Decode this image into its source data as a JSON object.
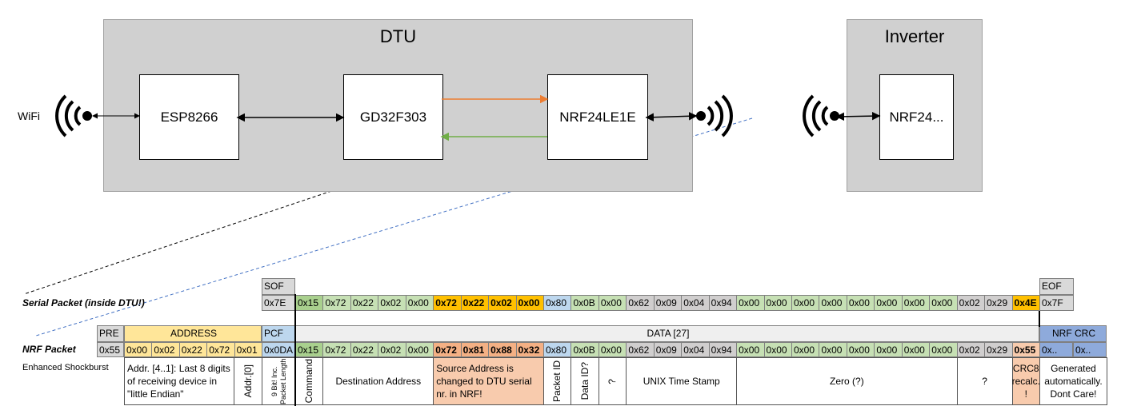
{
  "top": {
    "dtu": "DTU",
    "inverter": "Inverter",
    "wifi": "WiFi",
    "esp": "ESP8266",
    "gd": "GD32F303",
    "nrf": "NRF24LE1E",
    "inv_nrf": "NRF24..."
  },
  "colors": {
    "cmd": "#a9d08e",
    "green": "#c6e0b4",
    "yellow": "#ffc000",
    "addr": "#ffe699",
    "blue": "#bdd7ee",
    "gray": "#d0cece",
    "salmon": "#f4b084",
    "lsalmon": "#f8cbad",
    "hdr": "#d9d9d9",
    "crc": "#8eaadb",
    "light": "#efefef"
  },
  "serial": {
    "label": "Serial Packet (inside DTU!)",
    "sof": "SOF",
    "sof_val": "0x7E",
    "eof": "EOF",
    "eof_val": "0x7F",
    "cells": [
      "0x15",
      "0x72",
      "0x22",
      "0x02",
      "0x00",
      "0x72",
      "0x22",
      "0x02",
      "0x00",
      "0x80",
      "0x0B",
      "0x00",
      "0x62",
      "0x09",
      "0x04",
      "0x94",
      "0x00",
      "0x00",
      "0x00",
      "0x00",
      "0x00",
      "0x00",
      "0x00",
      "0x00",
      "0x02",
      "0x29",
      "0x4E"
    ],
    "styles": [
      "cmd",
      "green",
      "green",
      "green",
      "green",
      "yellow",
      "yellow",
      "yellow",
      "yellow",
      "blue",
      "green",
      "green",
      "gray",
      "gray",
      "gray",
      "gray",
      "green",
      "green",
      "green",
      "green",
      "green",
      "green",
      "green",
      "green",
      "gray",
      "gray",
      "yellow"
    ]
  },
  "nrf": {
    "label": "NRF Packet",
    "sublabel": "Enhanced Shockburst",
    "pre": "PRE",
    "pre_val": "0x55",
    "address": "ADDRESS",
    "addr_vals": [
      "0x00",
      "0x02",
      "0x22",
      "0x72",
      "0x01"
    ],
    "pcf": "PCF",
    "pcf_val": "0x0DA",
    "data": "DATA [27]",
    "crc": "NRF CRC",
    "crc_vals": [
      "0x..",
      "0x.."
    ],
    "cells": [
      "0x15",
      "0x72",
      "0x22",
      "0x02",
      "0x00",
      "0x72",
      "0x81",
      "0x88",
      "0x32",
      "0x80",
      "0x0B",
      "0x00",
      "0x62",
      "0x09",
      "0x04",
      "0x94",
      "0x00",
      "0x00",
      "0x00",
      "0x00",
      "0x00",
      "0x00",
      "0x00",
      "0x00",
      "0x02",
      "0x29",
      "0x55"
    ],
    "styles": [
      "cmd",
      "green",
      "green",
      "green",
      "green",
      "salmon",
      "salmon",
      "salmon",
      "salmon",
      "blue",
      "green",
      "green",
      "gray",
      "gray",
      "gray",
      "gray",
      "green",
      "green",
      "green",
      "green",
      "green",
      "green",
      "green",
      "green",
      "gray",
      "gray",
      "lsalmon"
    ]
  },
  "desc": {
    "addr41": "Addr. [4..1]: Last 8 digits of receiving device in \"little Endian\"",
    "addr0": "Addr.[0]",
    "pcf": "9 Bit! Inc. Packet Length",
    "command": "Command",
    "dest": "Destination Address",
    "src": "Source Address is changed to DTU serial nr. in NRF!",
    "packet_id": "Packet ID",
    "data_id": "Data ID?",
    "q1": "?",
    "unix": "UNIX Time Stamp",
    "zero": "Zero (?)",
    "q2": "?",
    "crc8": "CRC8 recalc. !",
    "gen": "Generated automatically. Dont Care!"
  }
}
